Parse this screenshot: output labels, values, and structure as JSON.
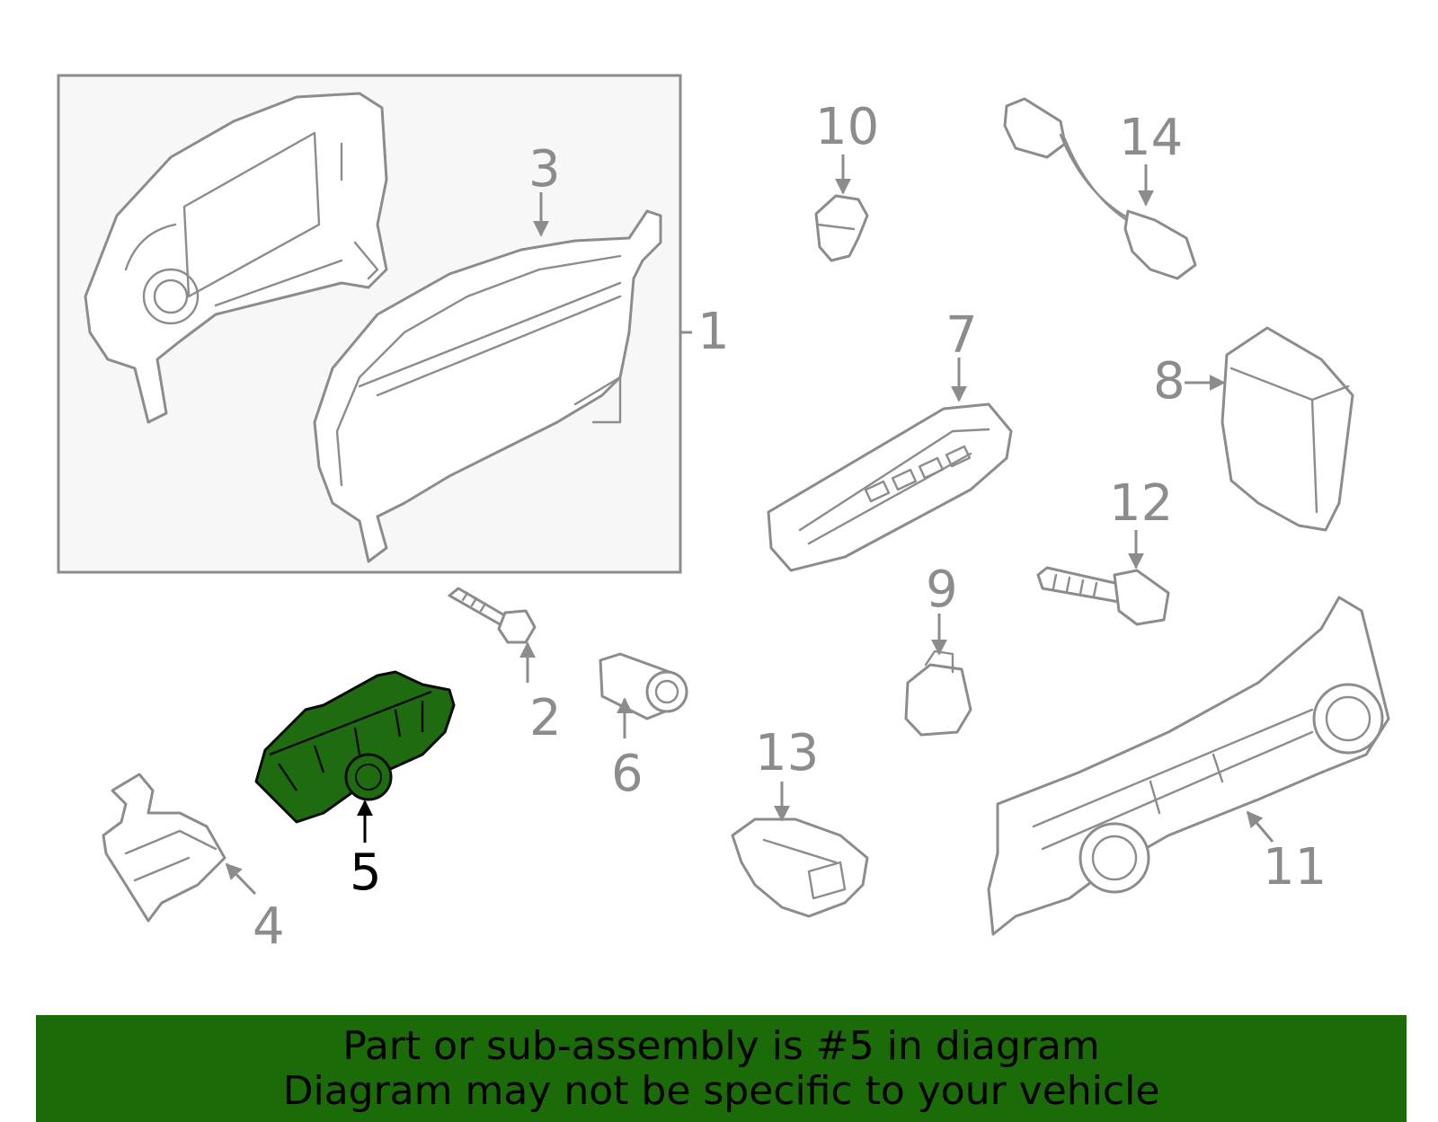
{
  "diagram": {
    "callouts": {
      "c1": "1",
      "c2": "2",
      "c3": "3",
      "c4": "4",
      "c5": "5",
      "c6": "6",
      "c7": "7",
      "c8": "8",
      "c9": "9",
      "c10": "10",
      "c11": "11",
      "c12": "12",
      "c13": "13",
      "c14": "14"
    },
    "selected_part": "5",
    "colors": {
      "line": "#8c8c8c",
      "highlight": "#1f6b10",
      "banner": "#1b6c09",
      "box_fill": "#f7f7f7"
    }
  },
  "banner": {
    "line1": "Part or sub-assembly is #5 in diagram",
    "line2": "Diagram may not be specific to your vehicle"
  }
}
